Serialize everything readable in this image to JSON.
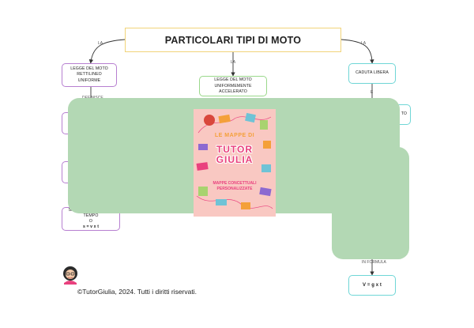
{
  "title": "PARTICOLARI TIPI DI MOTO",
  "edge_labels": {
    "left": "LA",
    "center": "LA",
    "right": "LA",
    "definisce": "DEFINISCE",
    "right_e": "E",
    "in_formula": "IN FORMULA"
  },
  "nodes": {
    "left": "LEGGE DEL MOTO RETTILINEO UNIFORME",
    "center": "LEGGE DEL MOTO UNIFORMEMENTE ACCELERATO",
    "right": "CADUTA LIBERA",
    "right_partial": "TO",
    "left_formula_line1": "SPAZIO = VELOCITÀ X TEMPO",
    "left_formula_line2": "O",
    "left_formula_line3": "s = v x t",
    "right_formula": "V = g x t"
  },
  "poster": {
    "top": "LE MAPPE DI",
    "brand_line1": "TUTOR",
    "brand_line2": "GIULIA",
    "subtitle_line1": "MAPPE CONCETTUALI",
    "subtitle_line2": "PERSONALIZZATE"
  },
  "footer": {
    "copyright": "©TutorGiulia, 2024. Tutti i diritti riservati."
  },
  "colors": {
    "title_border": "#f1d47a",
    "left_branch": "#b77fd0",
    "center_branch": "#9ad88b",
    "right_branch": "#6fd6d6",
    "overlay": "#b3d8b4",
    "poster_bg": "#f9c8c2"
  }
}
